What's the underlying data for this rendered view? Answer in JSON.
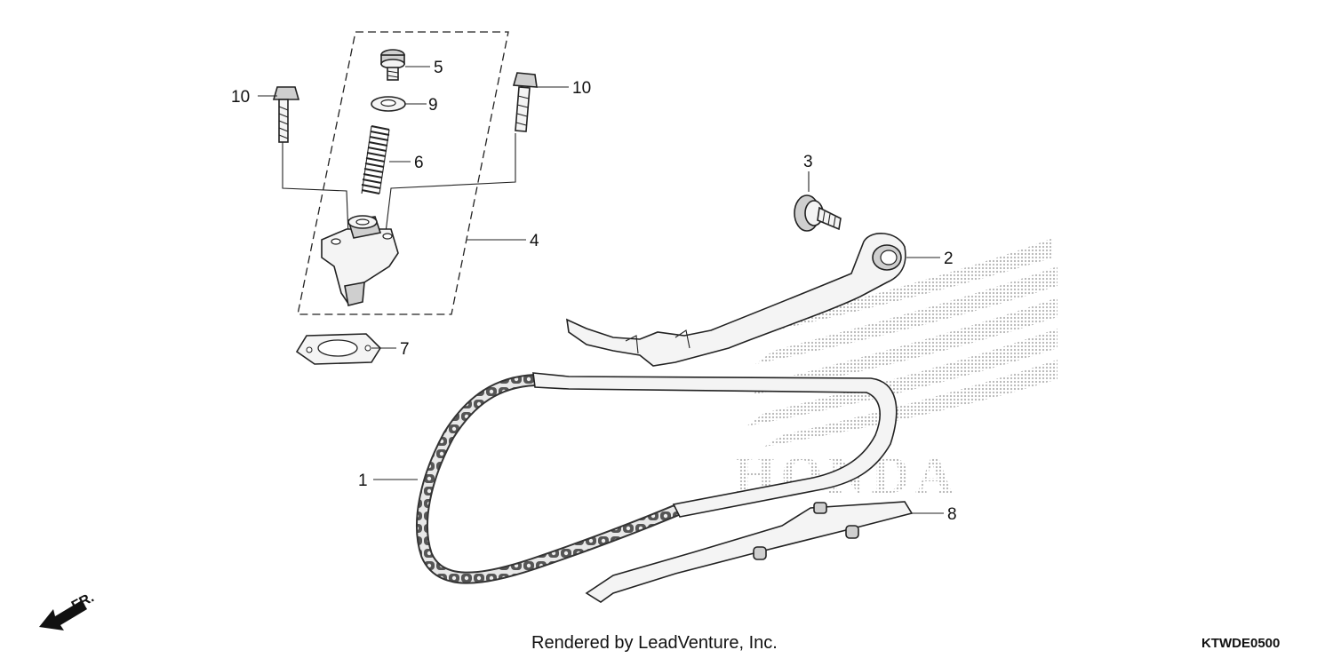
{
  "diagram": {
    "callouts": [
      {
        "id": "c1",
        "label": "1"
      },
      {
        "id": "c2",
        "label": "2"
      },
      {
        "id": "c3",
        "label": "3"
      },
      {
        "id": "c4",
        "label": "4"
      },
      {
        "id": "c5",
        "label": "5"
      },
      {
        "id": "c6",
        "label": "6"
      },
      {
        "id": "c7",
        "label": "7"
      },
      {
        "id": "c8",
        "label": "8"
      },
      {
        "id": "c9",
        "label": "9"
      },
      {
        "id": "c10a",
        "label": "10"
      },
      {
        "id": "c10b",
        "label": "10"
      }
    ],
    "watermark": "HONDA",
    "direction_label": "FR."
  },
  "footer": {
    "credit": "Rendered by LeadVenture, Inc.",
    "code": "KTWDE0500"
  }
}
